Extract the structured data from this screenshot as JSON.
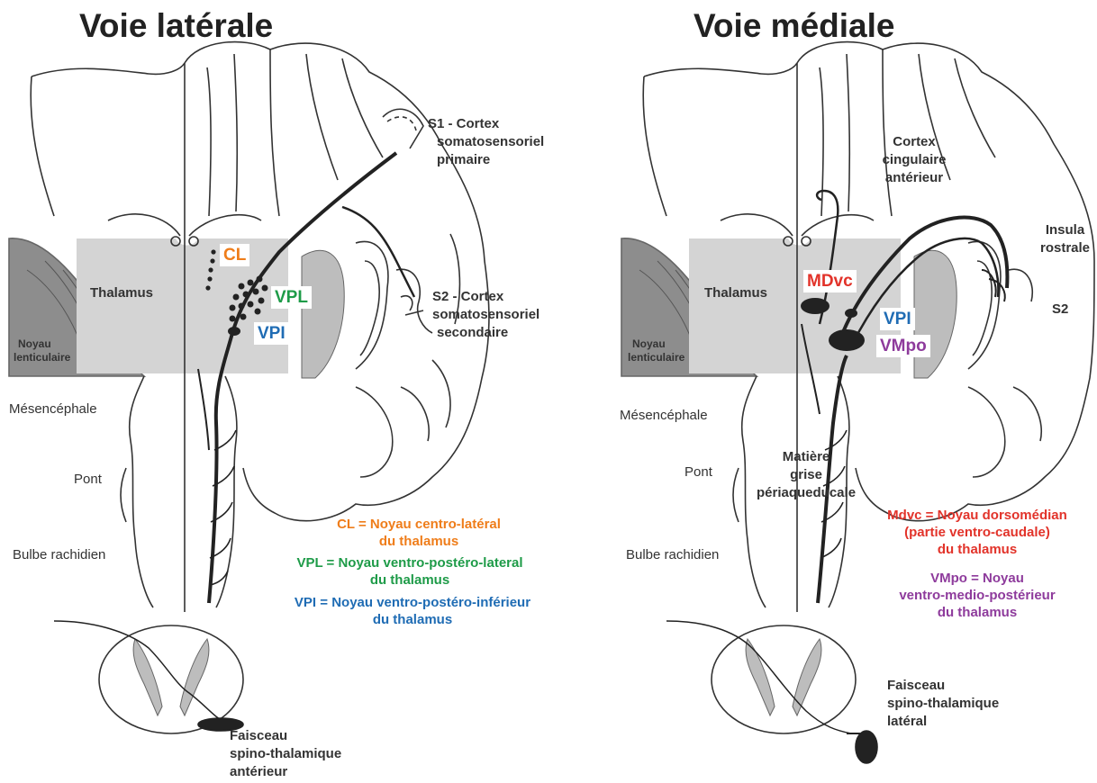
{
  "colors": {
    "orange": "#ef7d1a",
    "green": "#1e9b48",
    "blue": "#1f6cb4",
    "red": "#e2332a",
    "purple": "#8e3b9c",
    "gray_fill": "#cfcfcf",
    "dark_fill": "#222222"
  },
  "left": {
    "title": "Voie latérale",
    "s1_lines": [
      "S1 - Cortex",
      "somatosensoriel",
      "primaire"
    ],
    "s2_lines": [
      "S2 - Cortex",
      "somatosensoriel",
      "secondaire"
    ],
    "thalamus": "Thalamus",
    "noyau_lines": [
      "Noyau",
      "lenticulaire"
    ],
    "mesencephale": "Mésencéphale",
    "pont": "Pont",
    "bulbe": "Bulbe rachidien",
    "cl_box": "CL",
    "vpl_box": "VPL",
    "vpi_box": "VPI",
    "legend": {
      "cl_lines": [
        "CL = Noyau centro-latéral",
        "du thalamus"
      ],
      "vpl_lines": [
        "VPL = Noyau ventro-postéro-lateral",
        "du thalamus"
      ],
      "vpi_lines": [
        "VPI = Noyau ventro-postéro-inférieur",
        "du thalamus"
      ]
    },
    "faisceau_lines": [
      "Faisceau",
      "spino-thalamique",
      "antérieur"
    ]
  },
  "right": {
    "title": "Voie médiale",
    "cortex_lines": [
      "Cortex",
      "cingulaire",
      "antérieur"
    ],
    "insula_lines": [
      "Insula",
      "rostrale"
    ],
    "s2": "S2",
    "thalamus": "Thalamus",
    "noyau_lines": [
      "Noyau",
      "lenticulaire"
    ],
    "mesencephale": "Mésencéphale",
    "pont": "Pont",
    "bulbe": "Bulbe rachidien",
    "matiere_lines": [
      "Matière",
      "grise",
      "périaqueducale"
    ],
    "mdvc_box": "MDvc",
    "vpi_box": "VPI",
    "vmpo_box": "VMpo",
    "legend": {
      "mdvc_lines": [
        "Mdvc = Noyau dorsomédian",
        "(partie ventro-caudale)",
        "du thalamus"
      ],
      "vmpo_lines": [
        "VMpo = Noyau",
        "ventro-medio-postérieur",
        "du thalamus"
      ]
    },
    "faisceau_lines": [
      "Faisceau",
      "spino-thalamique",
      "latéral"
    ]
  }
}
